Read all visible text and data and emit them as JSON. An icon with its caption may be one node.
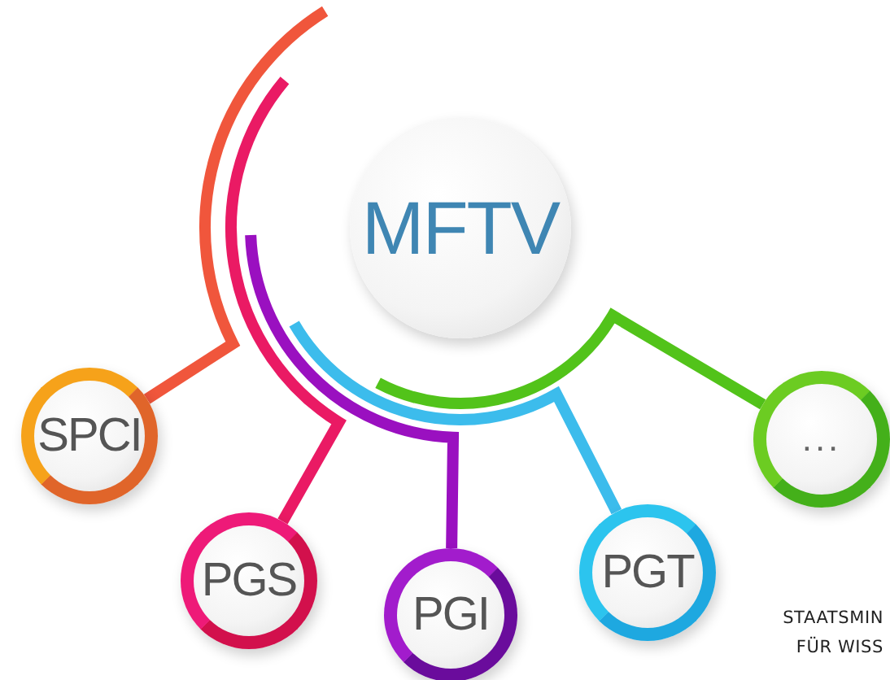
{
  "diagram": {
    "nodes": [
      {
        "text": [
          "MFTV"
        ]
      },
      {
        "text": [
          "SPCI"
        ]
      },
      {
        "text": [
          "PGS"
        ]
      },
      {
        "text": [
          "PGI"
        ]
      },
      {
        "text": [
          "PGT"
        ]
      },
      {
        "text": [
          "..."
        ]
      }
    ],
    "edges": [
      {
        "from": 0,
        "to": 1,
        "arrow": "none",
        "color": "#f0563c"
      },
      {
        "from": 0,
        "to": 2,
        "arrow": "none",
        "color": "#ea1a64"
      },
      {
        "from": 0,
        "to": 3,
        "arrow": "none",
        "color": "#9a10c0"
      },
      {
        "from": 0,
        "to": 4,
        "arrow": "none",
        "color": "#3cbcec"
      },
      {
        "from": 0,
        "to": 5,
        "arrow": "none",
        "color": "#52c31a"
      }
    ],
    "labels": [
      "STAATSMIN",
      "FÜR WISS"
    ]
  }
}
